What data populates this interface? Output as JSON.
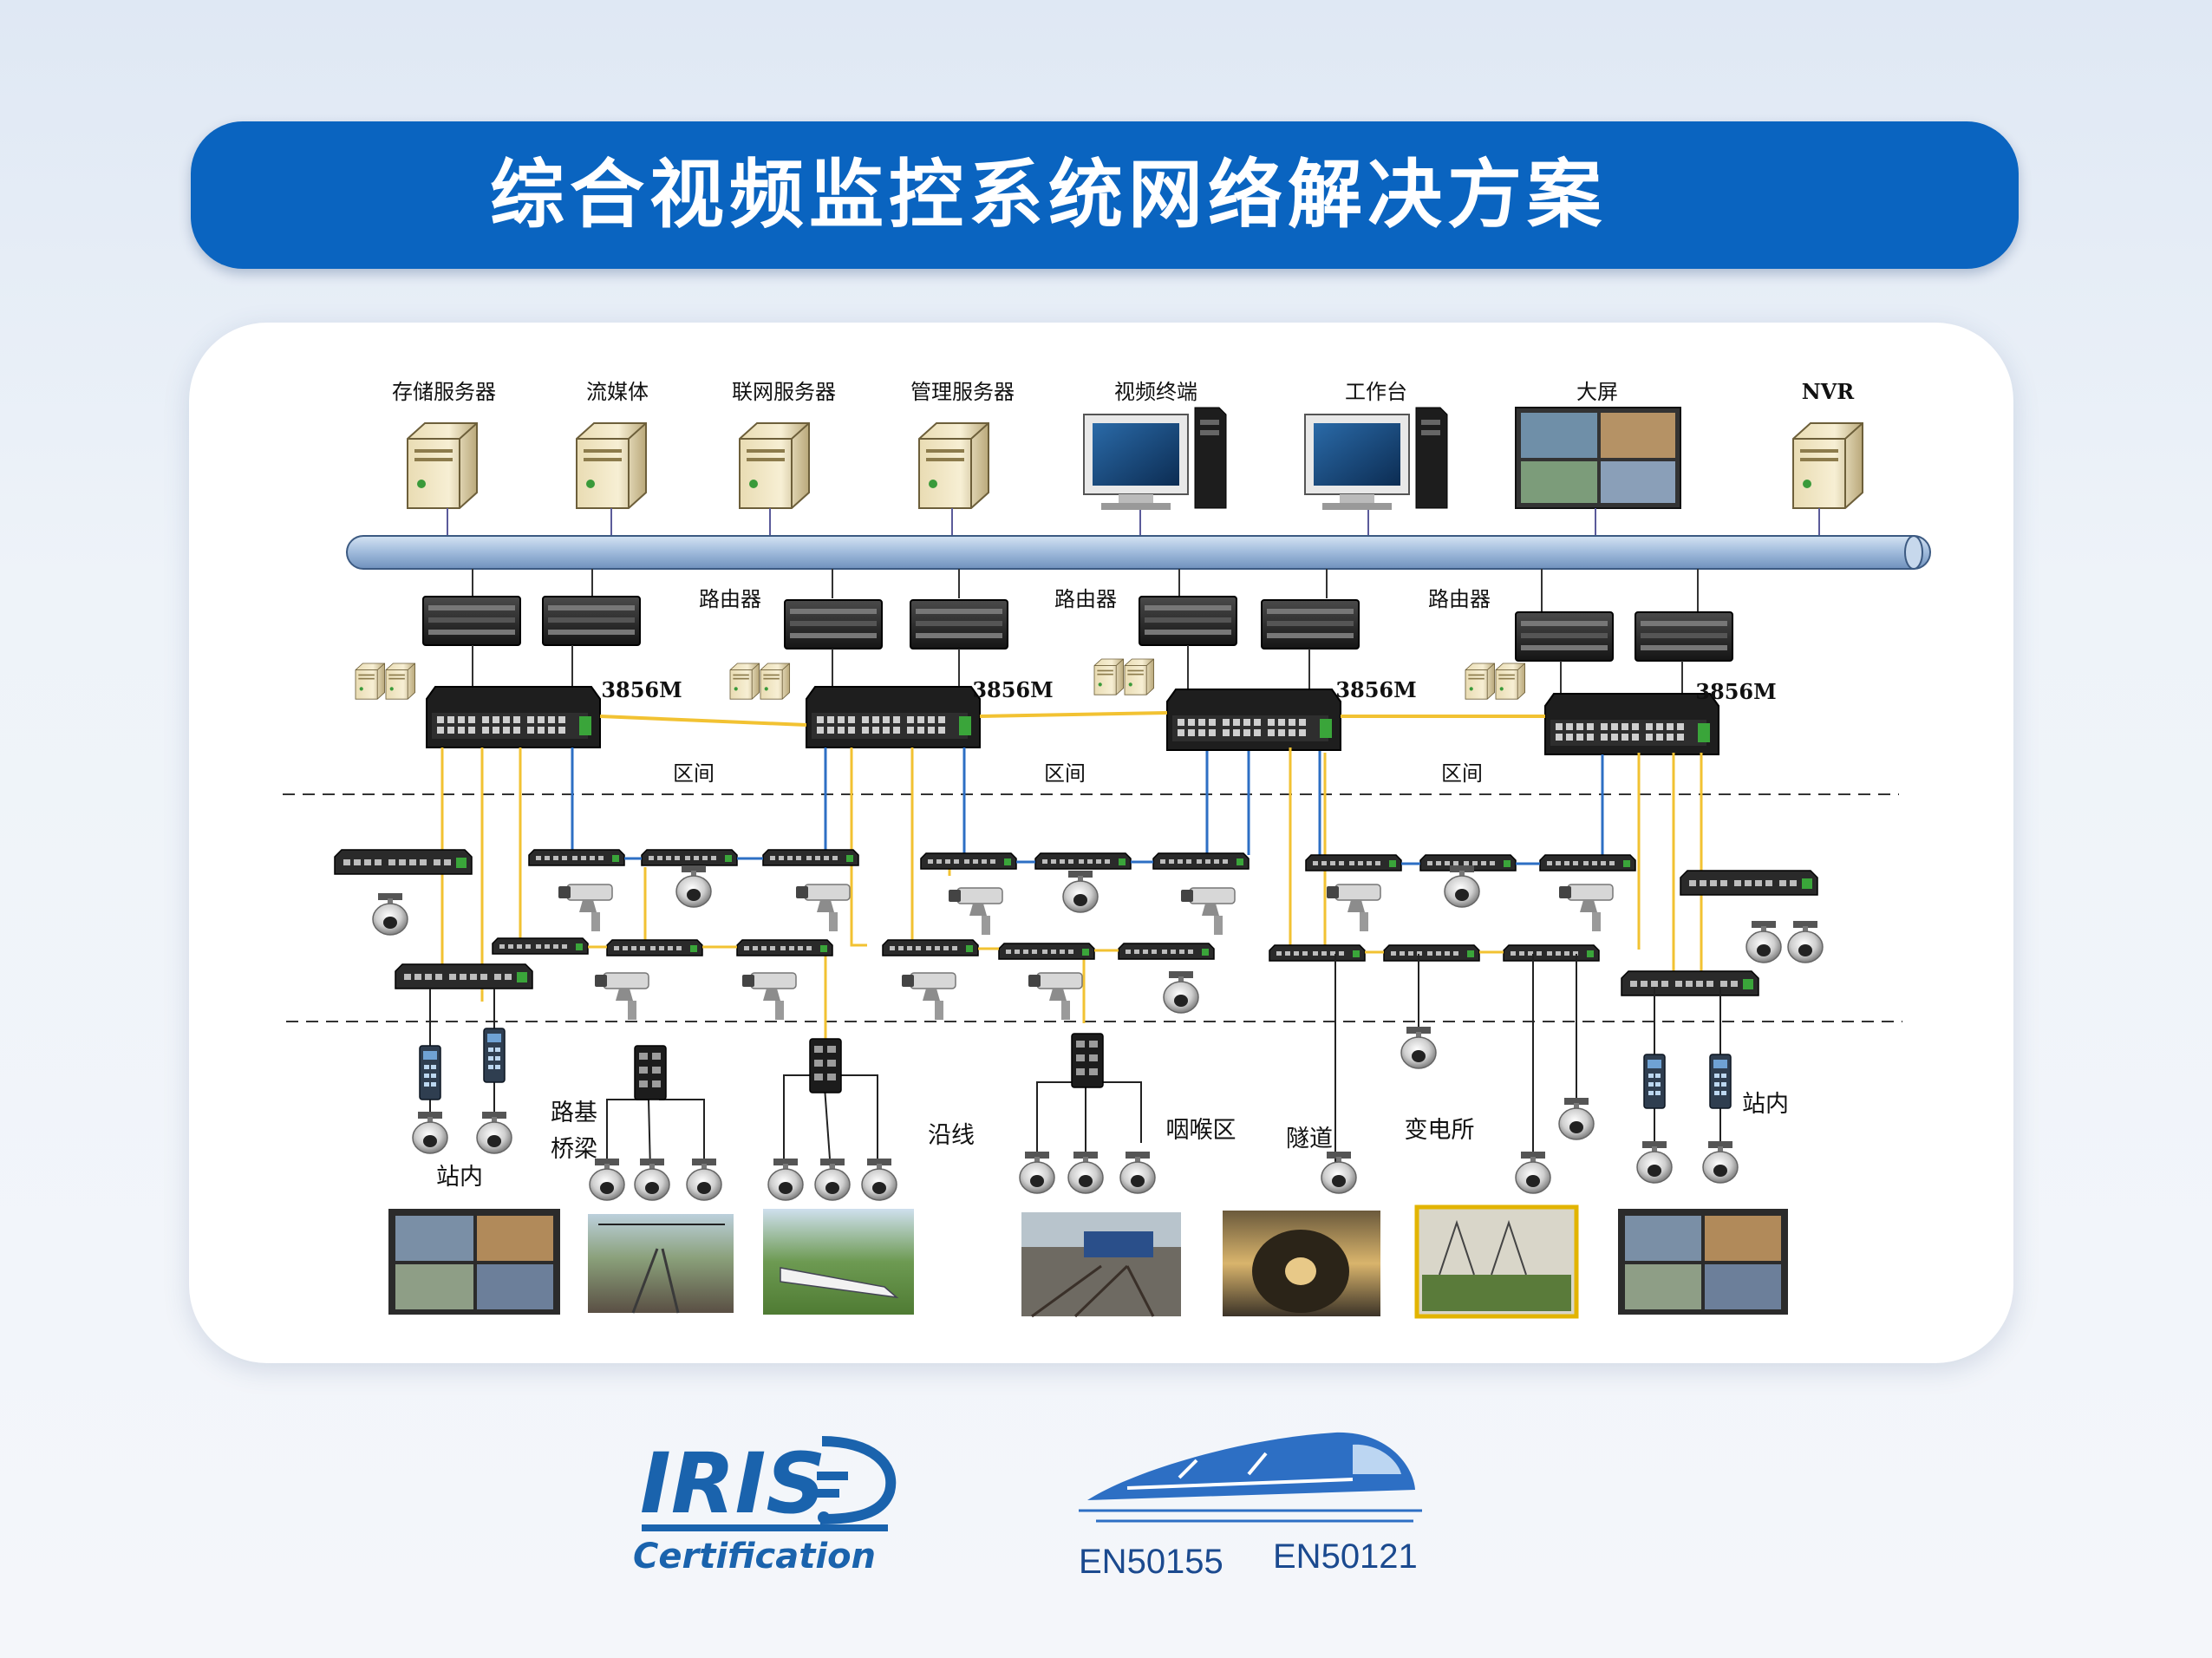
{
  "title": "综合视频监控系统网络解决方案",
  "top_devices": [
    {
      "label": "存储服务器",
      "icon": "server-icon"
    },
    {
      "label": "流媒体",
      "icon": "server-icon"
    },
    {
      "label": "联网服务器",
      "icon": "server-icon"
    },
    {
      "label": "管理服务器",
      "icon": "server-icon"
    },
    {
      "label": "视频终端",
      "icon": "computer-icon"
    },
    {
      "label": "工作台",
      "icon": "computer-icon"
    },
    {
      "label": "大屏",
      "icon": "video-wall-icon"
    },
    {
      "label": "NVR",
      "icon": "server-icon"
    }
  ],
  "router_label": "路由器",
  "core_switch_model": "3856M",
  "section_label": "区间",
  "field_labels": {
    "station_left": "站内",
    "subgrade_bridge_1": "路基",
    "subgrade_bridge_2": "桥梁",
    "along_line": "沿线",
    "throat_area": "咽喉区",
    "tunnel": "隧道",
    "substation": "变电所",
    "station_right": "站内"
  },
  "certifications": {
    "iris_logo": "IRIS",
    "iris_sub": "Certification",
    "standards": [
      "EN50155",
      "EN50121"
    ]
  },
  "colors": {
    "title_bar": "#0a64c0",
    "backbone": "#a9c3e0",
    "fiber_yellow": "#f2c232",
    "link_blue": "#2d6fc4",
    "logo_blue": "#1a63ad"
  }
}
